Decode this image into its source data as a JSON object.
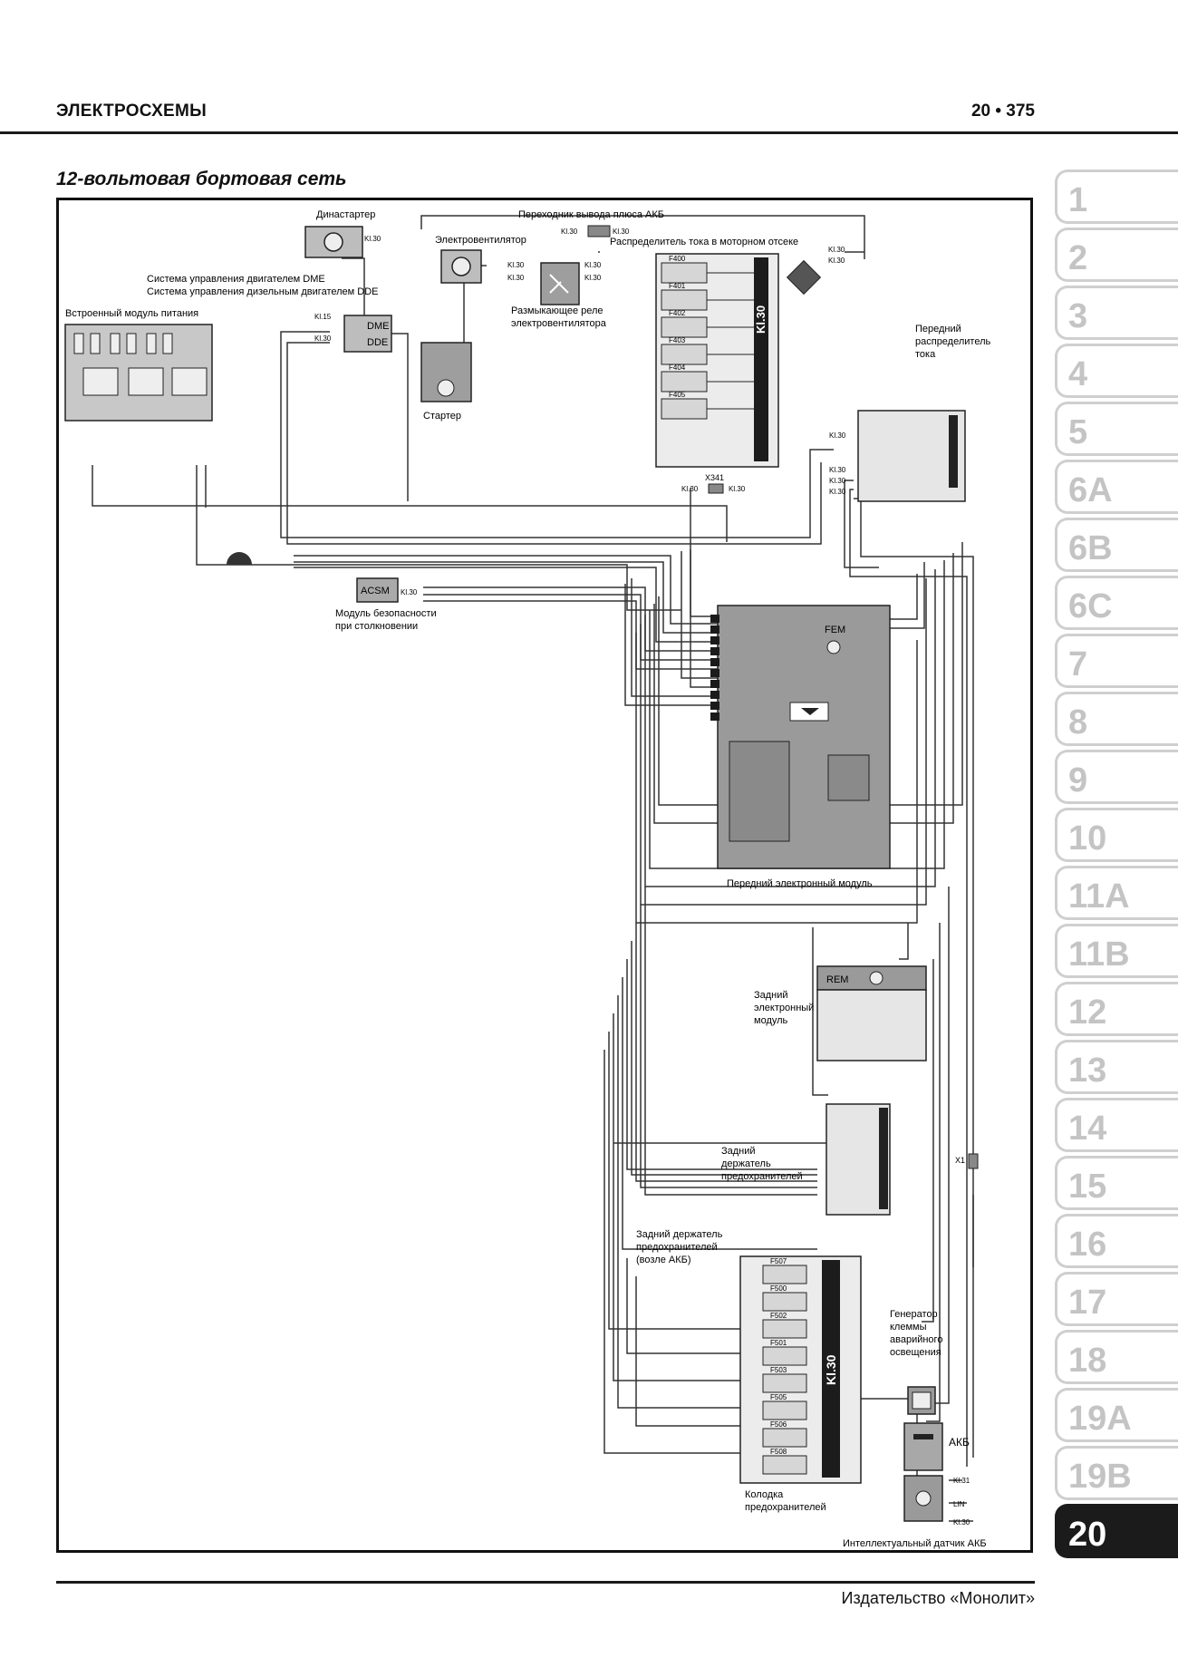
{
  "header": {
    "title": "ЭЛЕКТРОСХЕМЫ",
    "page": "20 • 375"
  },
  "section_title": "12-вольтовая бортовая сеть",
  "footer": {
    "publisher": "Издательство «Монолит»"
  },
  "tabs": [
    {
      "label": "1"
    },
    {
      "label": "2"
    },
    {
      "label": "3"
    },
    {
      "label": "4"
    },
    {
      "label": "5"
    },
    {
      "label": "6A"
    },
    {
      "label": "6B"
    },
    {
      "label": "6C"
    },
    {
      "label": "7"
    },
    {
      "label": "8"
    },
    {
      "label": "9"
    },
    {
      "label": "10"
    },
    {
      "label": "11A"
    },
    {
      "label": "11B"
    },
    {
      "label": "12"
    },
    {
      "label": "13"
    },
    {
      "label": "14"
    },
    {
      "label": "15"
    },
    {
      "label": "16"
    },
    {
      "label": "17"
    },
    {
      "label": "18"
    },
    {
      "label": "19A"
    },
    {
      "label": "19B"
    },
    {
      "label": "20",
      "active": true
    }
  ],
  "diagram": {
    "dynastarter": "Династартер",
    "battery_adapter": "Переходник вывода плюса АКБ",
    "fan": "Электровентилятор",
    "engine_distributor": "Распределитель тока в моторном отсеке",
    "dme": "Система управления двигателем DME",
    "dde": "Система управления дизельным двигателем DDE",
    "dme_box": "DME",
    "dde_box": "DDE",
    "fan_relay_1": "Размыкающее реле",
    "fan_relay_2": "электровентилятора",
    "power_module": "Встроенный модуль питания",
    "starter": "Стартер",
    "front_distributor_1": "Передний",
    "front_distributor_2": "распределитель",
    "front_distributor_3": "тока",
    "acsm_box": "ACSM",
    "acsm_1": "Модуль безопасности",
    "acsm_2": "при столкновении",
    "x341": "X341",
    "kl30_bar": "Kl.30",
    "fem_box": "FEM",
    "fem_label": "Передний электронный модуль",
    "rem_box": "REM",
    "rear_module_1": "Задний",
    "rear_module_2": "электронный",
    "rear_module_3": "модуль",
    "rear_fuse_1": "Задний",
    "rear_fuse_2": "держатель",
    "rear_fuse_3": "предохранителей",
    "rear_fuse_batt_1": "Задний держатель",
    "rear_fuse_batt_2": "предохранителей",
    "rear_fuse_batt_3": "(возле АКБ)",
    "x1": "X1",
    "generator_1": "Генератор",
    "generator_2": "клеммы",
    "generator_3": "аварийного",
    "generator_4": "освещения",
    "battery": "АКБ",
    "fuse_block_1": "Колодка",
    "fuse_block_2": "предохранителей",
    "ibs": "Интеллектуальный датчик АКБ",
    "kl30": "Kl.30",
    "kl15": "Kl.15",
    "kl31": "Kl.31",
    "lin": "LIN",
    "engine_fuses": [
      "F400",
      "F401",
      "F402",
      "F403",
      "F404",
      "F405"
    ],
    "batt_fuses": [
      "F507",
      "F500",
      "F502",
      "F501",
      "F503",
      "F505",
      "F506",
      "F508"
    ]
  }
}
